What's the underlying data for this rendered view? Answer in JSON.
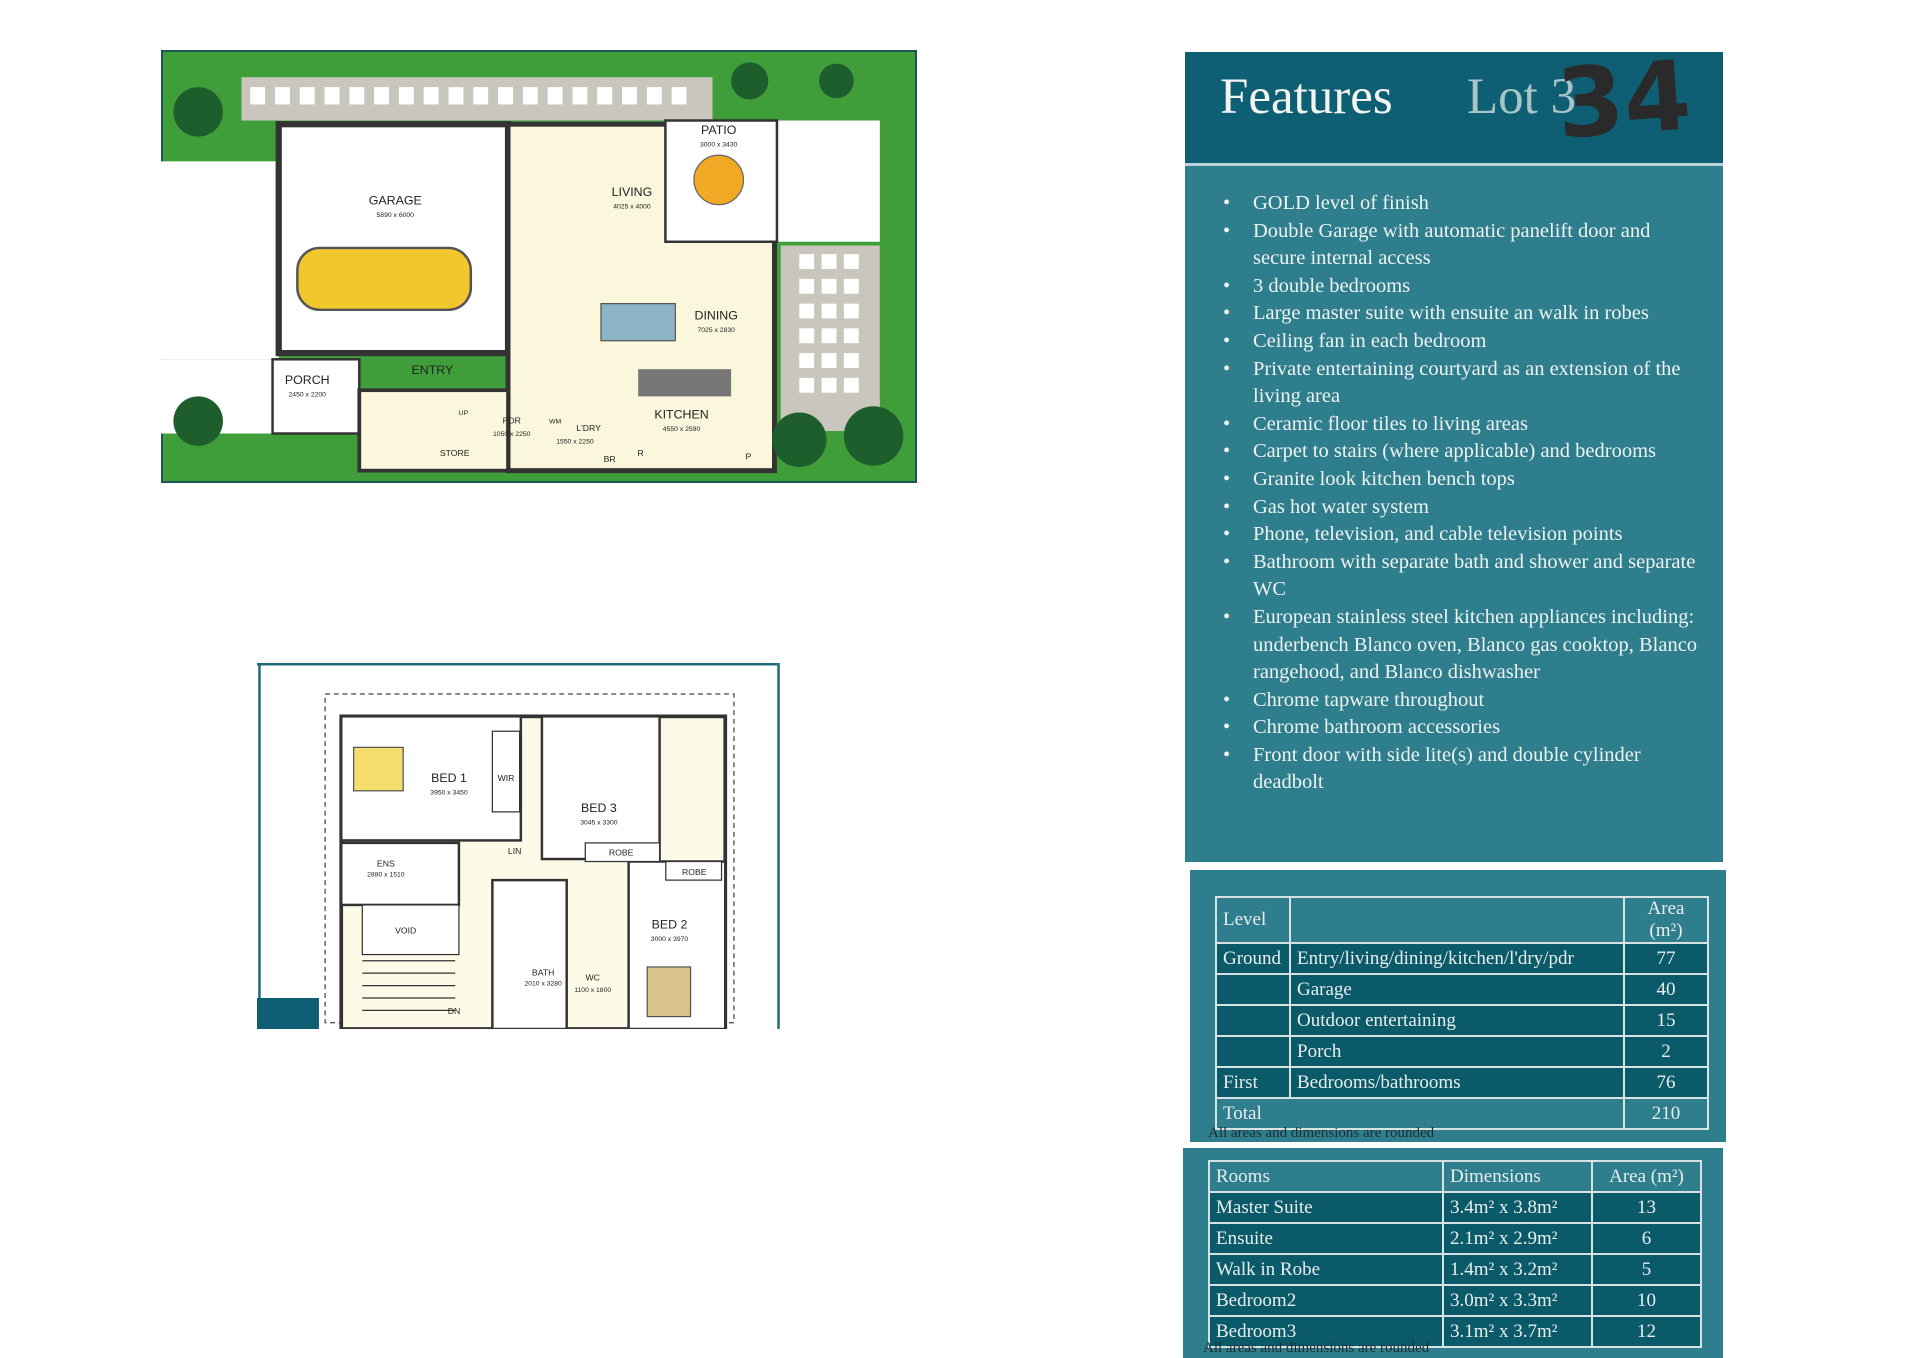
{
  "ground_plan": {
    "rooms": {
      "garage": {
        "label": "GARAGE",
        "dims": "5890 x 6000"
      },
      "living": {
        "label": "LIVING",
        "dims": "4025 x 4000"
      },
      "patio": {
        "label": "PATIO",
        "dims": "3000 x 3430"
      },
      "dining": {
        "label": "DINING",
        "dims": "7025 x 2830"
      },
      "kitchen": {
        "label": "KITCHEN",
        "dims": "4550 x 2590"
      },
      "entry": {
        "label": "ENTRY"
      },
      "porch": {
        "label": "PORCH",
        "dims": "2450 x 2200"
      },
      "pdr": {
        "label": "PDR",
        "dims": "1050 x 2250"
      },
      "laundry": {
        "label": "L'DRY",
        "dims": "1550 x 2250"
      },
      "store": {
        "label": "STORE"
      },
      "up": "UP",
      "wm": "WM",
      "br": "BR",
      "r": "R",
      "p": "P"
    }
  },
  "first_plan": {
    "rooms": {
      "bed1": {
        "label": "BED 1",
        "dims": "3950 x 3450"
      },
      "wir": {
        "label": "WIR"
      },
      "bed3": {
        "label": "BED 3",
        "dims": "3045 x 3300"
      },
      "ens": {
        "label": "ENS",
        "dims": "2880 x 1510"
      },
      "lin": {
        "label": "LIN"
      },
      "robe1": {
        "label": "ROBE"
      },
      "robe2": {
        "label": "ROBE"
      },
      "bed2": {
        "label": "BED 2",
        "dims": "3000 x 3970"
      },
      "void": {
        "label": "VOID"
      },
      "bath": {
        "label": "BATH",
        "dims": "2010 x 3280"
      },
      "wc": {
        "label": "WC",
        "dims": "1100 x 1800"
      },
      "dn": "DN"
    }
  },
  "features": {
    "title": "Features",
    "lot_label": "Lot 3",
    "handwritten_lot": "34",
    "items": [
      "GOLD level of finish",
      "Double Garage with automatic panelift door and secure internal access",
      "3 double bedrooms",
      "Large master suite with ensuite an walk in robes",
      "Ceiling fan in each bedroom",
      "Private entertaining courtyard as an extension of the living area",
      "Ceramic floor tiles to living areas",
      "Carpet to stairs (where applicable) and bedrooms",
      "Granite look kitchen bench tops",
      "Gas hot water system",
      "Phone, television, and cable television points",
      "Bathroom with separate bath and shower and separate WC",
      "European stainless steel kitchen appliances including: underbench Blanco oven, Blanco gas cooktop, Blanco rangehood, and Blanco dishwasher",
      "Chrome tapware throughout",
      "Chrome bathroom accessories",
      "Front door with side lite(s) and double cylinder deadbolt"
    ]
  },
  "area_table": {
    "headers": [
      "Level",
      "",
      "Area (m²)"
    ],
    "rows": [
      [
        "Ground",
        "Entry/living/dining/kitchen/l'dry/pdr",
        "77"
      ],
      [
        "",
        "Garage",
        "40"
      ],
      [
        "",
        "Outdoor entertaining",
        "15"
      ],
      [
        "",
        "Porch",
        "2"
      ],
      [
        "First",
        "Bedrooms/bathrooms",
        "76"
      ]
    ],
    "total_label": "Total",
    "total_value": "210",
    "note": "All areas and dimensions are rounded"
  },
  "rooms_table": {
    "headers": [
      "Rooms",
      "Dimensions",
      "Area (m²)"
    ],
    "rows": [
      [
        "Master Suite",
        "3.4m² x 3.8m²",
        "13"
      ],
      [
        "Ensuite",
        "2.1m² x 2.9m²",
        "6"
      ],
      [
        "Walk in Robe",
        "1.4m² x 3.2m²",
        "5"
      ],
      [
        "Bedroom2",
        "3.0m² x 3.3m²",
        "10"
      ],
      [
        "Bedroom3",
        "3.1m² x 3.7m²",
        "12"
      ]
    ],
    "note": "All areas and dimensions are rounded"
  }
}
